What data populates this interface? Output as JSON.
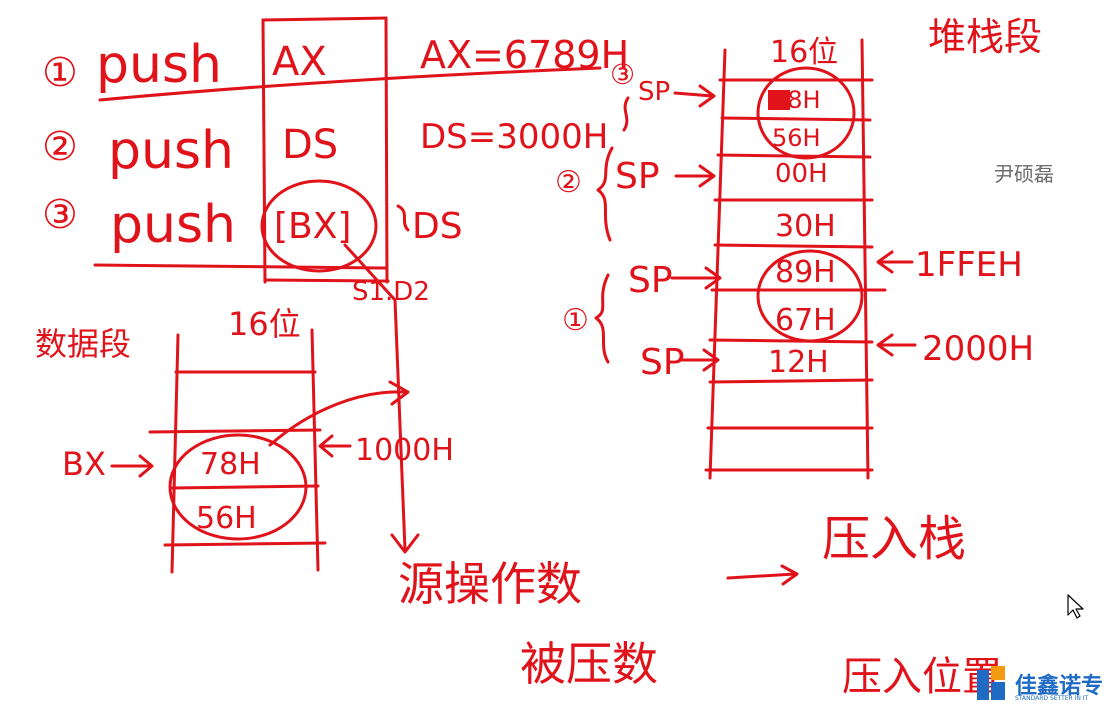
{
  "instructions": [
    {
      "num": "①",
      "op": "push",
      "operand": "AX",
      "note": "AX=6789H"
    },
    {
      "num": "②",
      "op": "push",
      "operand": "DS",
      "note": "DS=3000H"
    },
    {
      "num": "③",
      "op": "push",
      "operand": "[BX]",
      "note": "DS"
    }
  ],
  "source_label": "S1.D2",
  "data_segment": {
    "title": "数据段",
    "header": "16位",
    "pointer": "BX",
    "cells": [
      "78H",
      "56H"
    ],
    "address": "1000H"
  },
  "stack_segment": {
    "title": "堆栈段",
    "header": "16位",
    "cells": [
      "78H",
      "56H",
      "00H",
      "30H",
      "89H",
      "67H",
      "12H"
    ],
    "pointers": [
      "SP",
      "SP",
      "SP",
      "SP"
    ],
    "step_markers": [
      "③",
      "②",
      "①"
    ],
    "addresses": [
      "1FFEH",
      "2000H"
    ]
  },
  "notes": {
    "source_operand": "源操作数",
    "pushed_operand": "被压数",
    "push_stack": "压入栈",
    "push_position": "压入位置"
  },
  "author": "尹硕磊",
  "logo": {
    "name": "佳鑫诺专",
    "tagline": "STANDARD SETTER IN IT"
  },
  "colors": {
    "ink": "#e0121a",
    "author": "#6b6b6b",
    "logo": "#1f6bc4",
    "logo_accent": "#f39c12"
  }
}
